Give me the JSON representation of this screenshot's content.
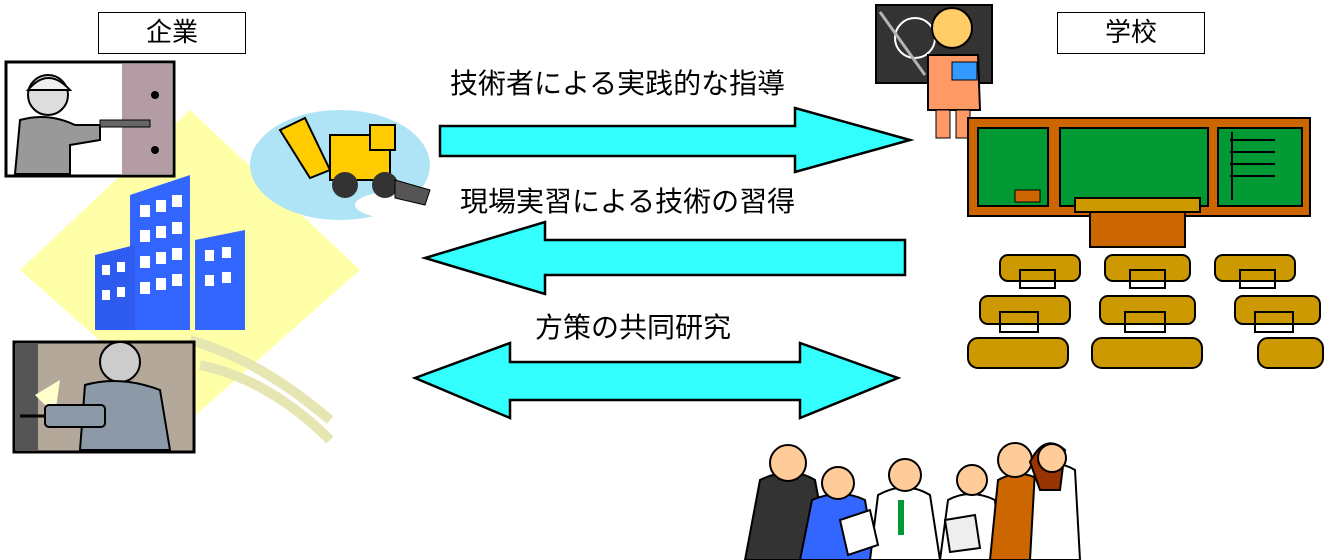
{
  "labels": {
    "company": "企業",
    "school": "学校"
  },
  "flows": {
    "guidance": "技術者による実践的な指導",
    "training": "現場実習による技術の習得",
    "research": "方策の共同研究"
  },
  "colors": {
    "arrow_fill": "#33ffff",
    "arrow_stroke": "#000000",
    "blackboard": "#009933",
    "wood": "#cc6600",
    "desk": "#cc9900",
    "building": "#3366ff",
    "backdrop": "#ffff99"
  }
}
